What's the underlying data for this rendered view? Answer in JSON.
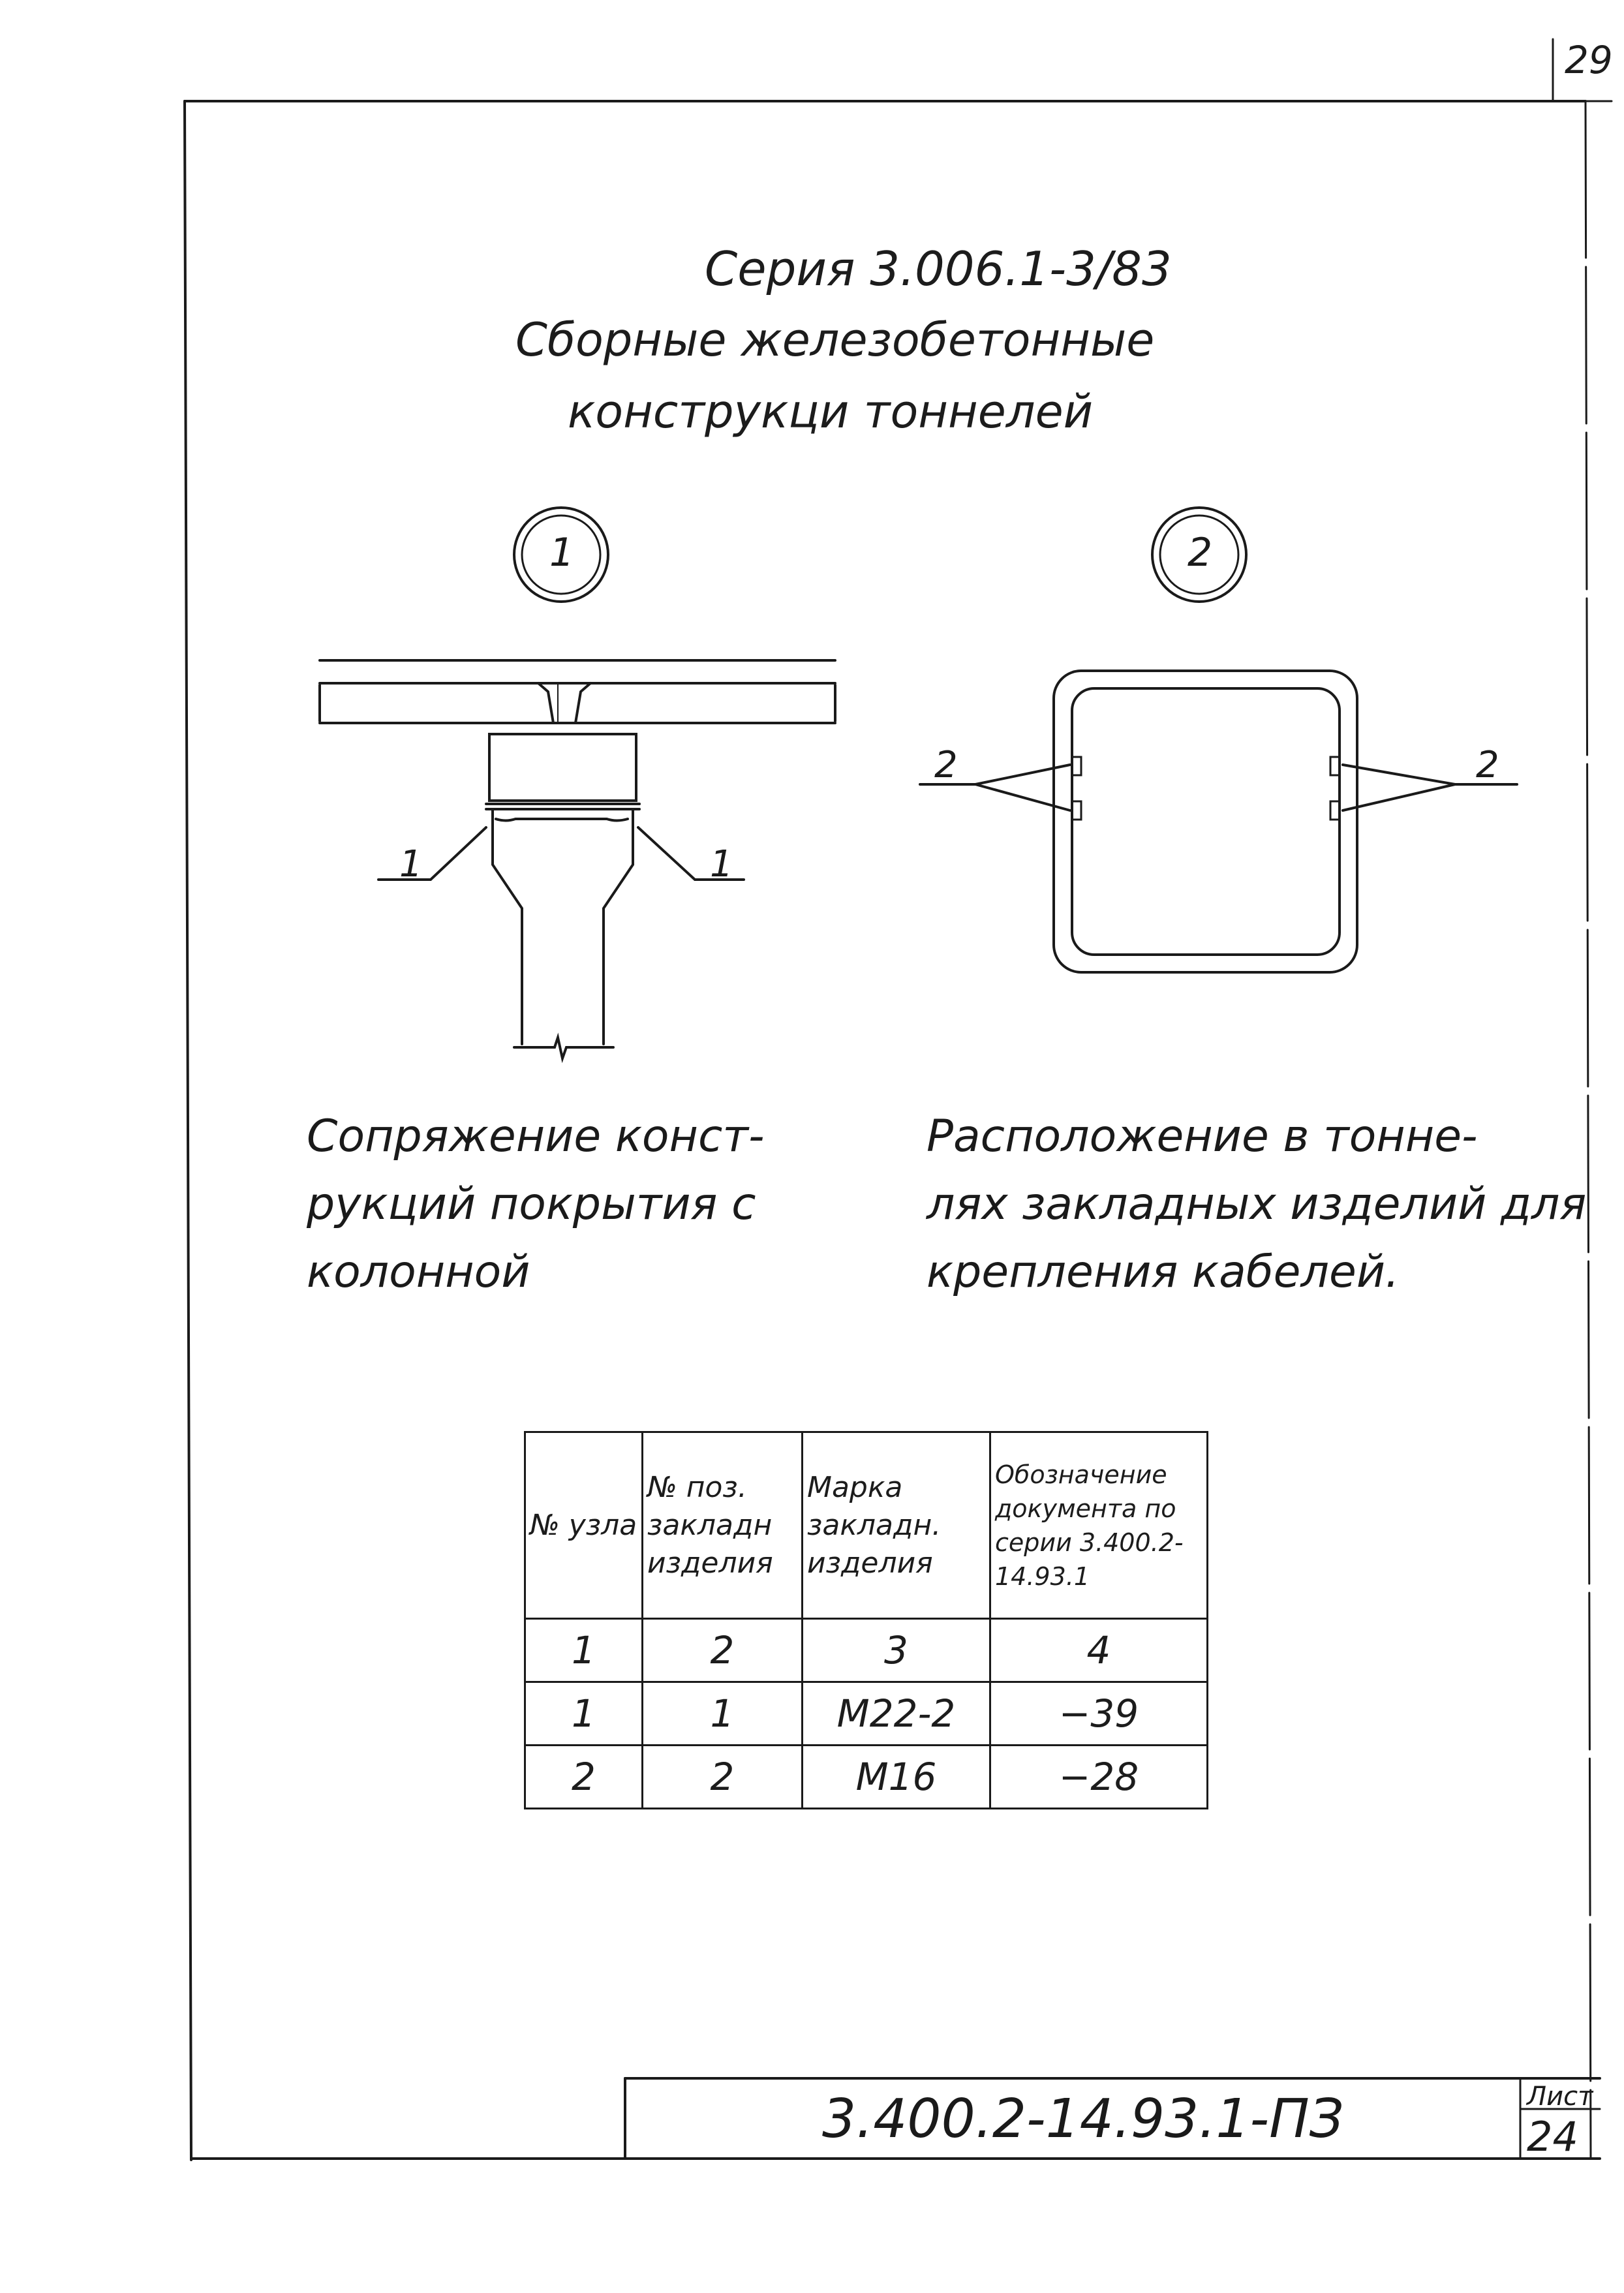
{
  "corner_number": "29",
  "header": {
    "series": "Серия 3.006.1-3/83",
    "title_line1": "Сборные железобетонные",
    "title_line2": "конструкци тоннелей"
  },
  "detail1": {
    "marker": "1",
    "callout_left": "1",
    "callout_right": "1",
    "caption_lines": [
      "Сопряжение конст-",
      "рукций покрытия с",
      "колонной"
    ]
  },
  "detail2": {
    "marker": "2",
    "callout_left": "2",
    "callout_right": "2",
    "caption_lines": [
      "Расположение в тонне-",
      "лях закладных изделий для",
      "крепления кабелей."
    ]
  },
  "table": {
    "headers": [
      "№ узла",
      "№ поз. закладн изделия",
      "Марка закладн. изделия",
      "Обозначение документа по серии 3.400.2-14.93.1"
    ],
    "rows": [
      [
        "1",
        "2",
        "3",
        "4"
      ],
      [
        "1",
        "1",
        "M22-2",
        "−39"
      ],
      [
        "2",
        "2",
        "M16",
        "−28"
      ]
    ]
  },
  "stamp": {
    "document_code": "3.400.2-14.93.1-ПЗ",
    "sheet_label": "Лист",
    "sheet_number": "24"
  }
}
